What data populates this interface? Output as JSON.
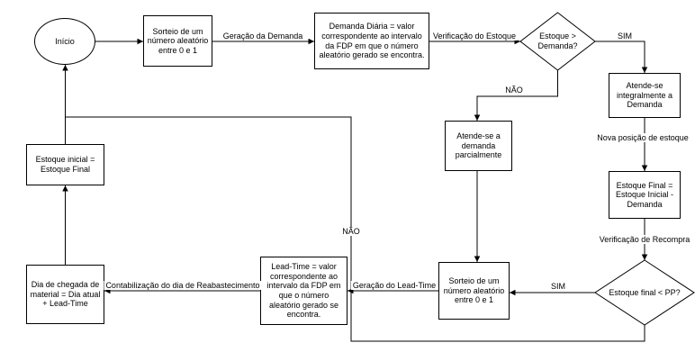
{
  "diagram": {
    "nodes": {
      "inicio": {
        "label": "Início",
        "shape": "terminator"
      },
      "sorteio_demanda": {
        "label": "Sorteio de um número aleatório entre 0 e 1",
        "shape": "process"
      },
      "demanda_diaria": {
        "label": "Demanda Diária = valor correspondente ao intervalo da FDP em que o número aleatório gerado se encontra.",
        "shape": "process"
      },
      "estoque_maior_demanda": {
        "label": "Estoque > Demanda?",
        "shape": "decision"
      },
      "atende_integral": {
        "label": "Atende-se integralmente a Demanda",
        "shape": "process"
      },
      "estoque_final": {
        "label": "Estoque Final = Estoque Inicial - Demanda",
        "shape": "process"
      },
      "estoque_final_pp": {
        "label": "Estoque final < PP?",
        "shape": "decision"
      },
      "atende_parcial": {
        "label": "Atende-se a demanda parcialmente",
        "shape": "process"
      },
      "sorteio_leadtime": {
        "label": "Sorteio de um número aleatório entre 0 e 1",
        "shape": "process"
      },
      "lead_time": {
        "label": "Lead-Time = valor correspondente ao intervalo da FDP em que o número aleatório gerado se encontra.",
        "shape": "process"
      },
      "dia_chegada": {
        "label": "Dia de chegada de material = Dia atual + Lead-Time",
        "shape": "process"
      },
      "estoque_inicial": {
        "label": "Estoque inicial = Estoque Final",
        "shape": "process"
      }
    },
    "edge_labels": {
      "geracao_demanda": "Geração da Demanda",
      "verificacao_estoque": "Verificação do Estoque",
      "sim_top": "SIM",
      "nao_top": "NÃO",
      "nova_posicao": "Nova posição de estoque",
      "verificacao_recompra": "Verificação de Recompra",
      "sim_bottom": "SIM",
      "geracao_leadtime": "Geração do Lead-Time",
      "contabilizacao": "Contabilização do dia de Reabastecimento",
      "nao_left": "NÃO"
    },
    "colors": {
      "stroke": "#000000",
      "background": "#ffffff"
    }
  }
}
